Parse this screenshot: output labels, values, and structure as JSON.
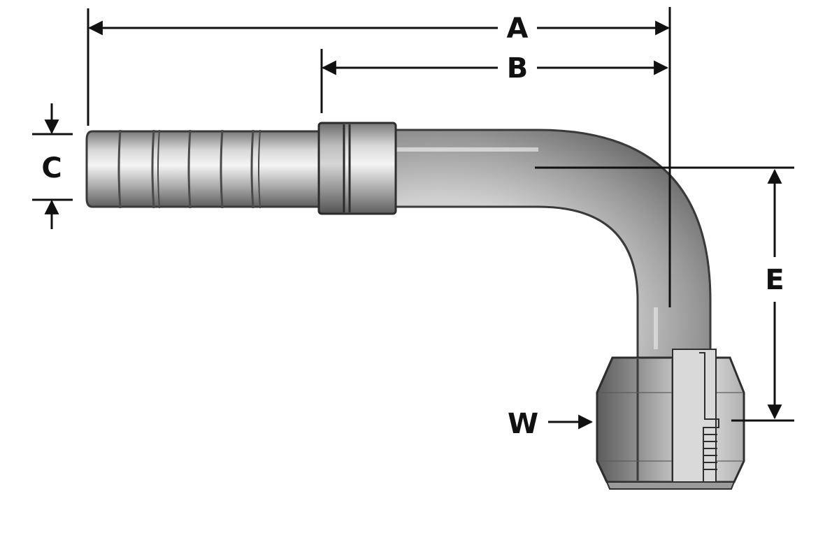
{
  "labels": {
    "a": "A",
    "b": "B",
    "c": "C",
    "e": "E",
    "w": "W"
  },
  "colors": {
    "line": "#111111",
    "metal_dark": "#6f6f6f",
    "metal_mid": "#a8a8a8",
    "metal_light": "#e6e6e6",
    "outline": "#3a3a3a",
    "background": "#ffffff"
  }
}
